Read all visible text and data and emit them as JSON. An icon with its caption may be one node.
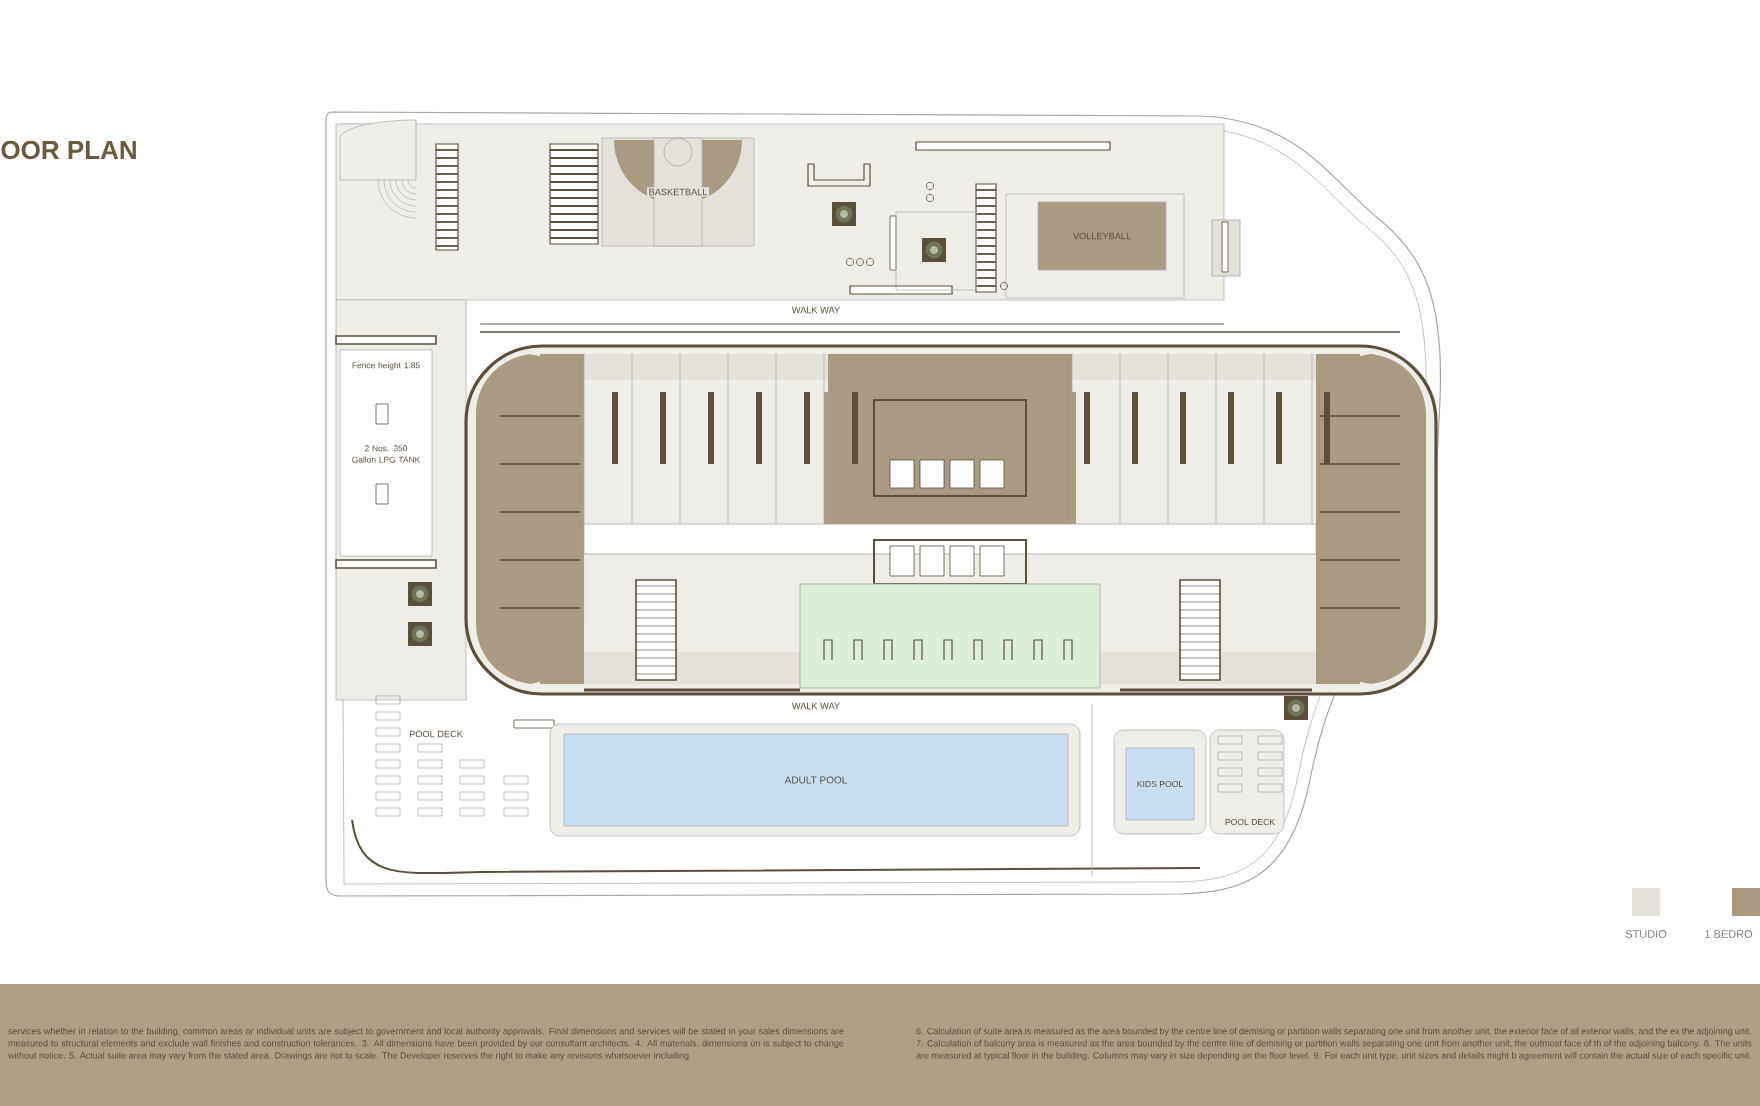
{
  "diagram": {
    "title": "OOR PLAN",
    "nodes": [
      {
        "text": [
          "BASKETBALL"
        ]
      },
      {
        "text": [
          "VOLLEYBALL"
        ]
      },
      {
        "text": [
          "ADULT POOL"
        ]
      },
      {
        "text": [
          "KIDS POOL"
        ]
      }
    ],
    "labels": [
      "WALK WAY",
      "Fence height 1.85",
      "2 Nos. 350 Gallon LPG TANK",
      "WALK WAY",
      "POOL DECK",
      "POOL DECK",
      "services whether in relation to the building, common areas or individual units are subject to government and local authority approvals. Final dimensions and services will be stated in your sales dimensions are measured to structural elements and exclude wall finishes and construction tolerances. 3. All dimensions have been provided by our consultant architects. 4. All materials, dimensions on is subject to change without notice. 5. Actual suite area may vary from the stated area. Drawings are not to scale. The Developer reserves the right to make any revisions whatsoever including",
      "6. Calculation of suite area is measured as the area bounded by the centre line of demising or partition walls separating one unit from another unit, the exterior face of all exterior walls, and the ex the adjoining unit. 7. Calculation of balcony area is measured as the area bounded by the centre line of demising or partition walls separating one unit from another unit, the outmost face of th of the adjoining balcony. 8. The units are measured at typical floor in the building. Columns may vary in size depending on the floor level. 9. For each unit type, unit sizes and details might b agreement will contain the actual size of each specific unit."
    ],
    "legend": [
      {
        "text": "STUDIO",
        "color": "#e4e1db"
      },
      {
        "text": "1 BEDRO",
        "color": "#a99b81"
      }
    ]
  }
}
